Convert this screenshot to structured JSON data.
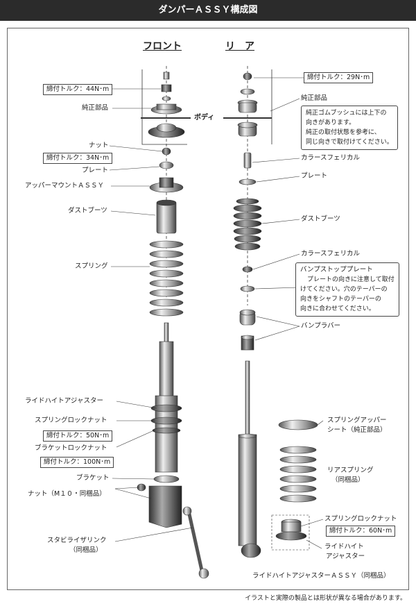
{
  "title": "ダンパーＡＳＳＹ構成図",
  "sections": {
    "front": "フロント",
    "rear": "リ　ア"
  },
  "body_label": "ボディ",
  "front_labels": {
    "torque_top": "締付トルク：44N･m",
    "oem_parts": "純正部品",
    "nut": "ナット",
    "torque_nut": "締付トルク：34N･m",
    "plate": "プレート",
    "upper_mount": "アッパーマウントＡＳＳＹ",
    "dust_boot": "ダストブーツ",
    "spring": "スプリング",
    "ride_height_adjuster": "ライドハイトアジャスター",
    "spring_lock_nut": "スプリングロックナット",
    "torque_50": "締付トルク：50N･m",
    "bracket_lock_nut": "ブラケットロックナット",
    "torque_100": "締付トルク：100N･m",
    "bracket": "ブラケット",
    "nut_m10": "ナット（M１０・同梱品）",
    "stabilizer_link": "スタビライザリンク",
    "stabilizer_link_sub": "（同梱品）"
  },
  "rear_labels": {
    "torque_top": "締付トルク：29N･m",
    "oem_parts": "純正部品",
    "note_bush": [
      "純正ゴムブッシュには上下の",
      "向きがあります。",
      "純正の取付状態を参考に、",
      "同じ向きで取付けてください。"
    ],
    "collar_spherical_1": "カラースフェリカル",
    "plate": "プレート",
    "dust_boot": "ダストブーツ",
    "collar_spherical_2": "カラースフェリカル",
    "bump_stop_plate": "バンプストッププレート",
    "note_plate": [
      "プレートの向きに注意して取付",
      "けてください。穴のテーパーの",
      "向きをシャフトのテーパーの",
      "向きに合わせてください。"
    ],
    "bump_rubber": "バンプラバー",
    "spring_upper_seat": "スプリングアッパー",
    "spring_upper_seat_sub": "シート（純正部品）",
    "rear_spring": "リアスプリング",
    "rear_spring_sub": "（同梱品）",
    "spring_lock_nut": "スプリングロックナット",
    "torque_60": "締付トルク：60N･m",
    "ride_height_adjuster": "ライドハイト",
    "ride_height_adjuster_sub": "アジャスター",
    "ride_height_assy": "ライドハイトアジャスターＡＳＳＹ（同梱品）"
  },
  "footer": "イラストと実際の製品とは形状が異なる場合があります。"
}
